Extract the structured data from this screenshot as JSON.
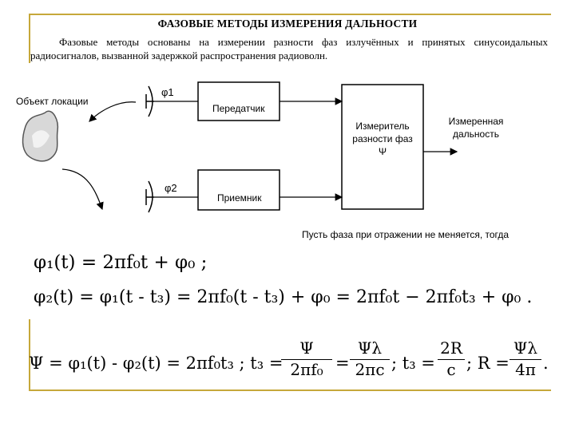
{
  "title": "ФАЗОВЫЕ МЕТОДЫ ИЗМЕРЕНИЯ ДАЛЬНОСТИ",
  "paragraph": "Фазовые методы основаны на измерении разности фаз излучённых и принятых синусоидальных радиосигналов, вызванной задержкой распространения радиоволн.",
  "diagram": {
    "object_label": "Объект локации",
    "phi1_label": "φ1",
    "phi2_label": "φ2",
    "transmitter_label": "Передатчик",
    "receiver_label": "Приемник",
    "meter_line1": "Измеритель",
    "meter_line2": "разности фаз",
    "meter_line3": "Ψ",
    "output_line1": "Измеренная",
    "output_line2": "дальность"
  },
  "condition_text": "Пусть фаза при отражении не меняется, тогда",
  "formulas": {
    "f1": "φ₁(t) = 2πf₀t + φ₀ ;",
    "f2": "φ₂(t) = φ₁(t - t₃) = 2πf₀(t - t₃) + φ₀ = 2πf₀t − 2πf₀t₃ + φ₀ .",
    "f3_left": "Ψ = φ₁(t) - φ₂(t) = 2πf₀t₃ ; t₃ =",
    "frac1_num": "Ψ",
    "frac1_den": "2πf₀",
    "frac2_num": "Ψλ",
    "frac2_den": "2πc",
    "f3_mid": "; t₃ =",
    "frac3_num": "2R",
    "frac3_den": "c",
    "f3_r": "; R =",
    "frac4_num": "Ψλ",
    "frac4_den": "4π",
    "f3_end": "."
  }
}
